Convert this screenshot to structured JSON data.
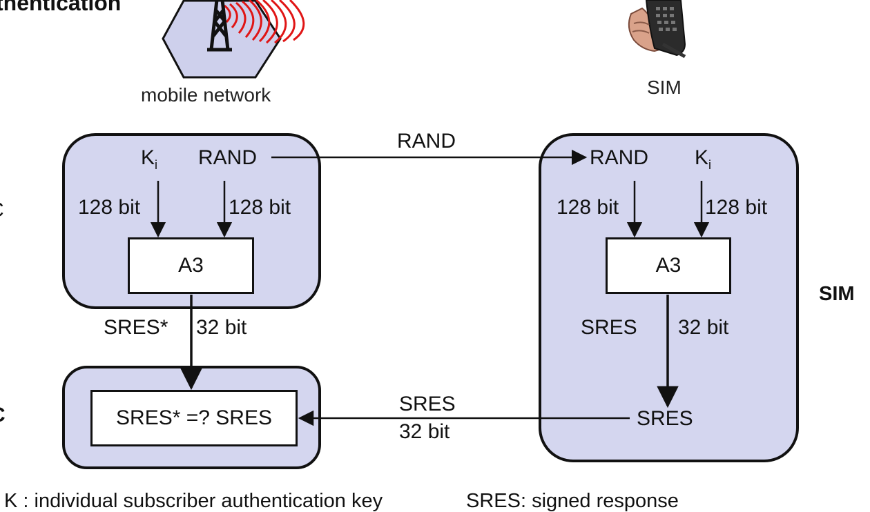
{
  "header": {
    "title_fragment": "thentication"
  },
  "network": {
    "label": "mobile network",
    "icon": "cell-tower-icon"
  },
  "sim_top": {
    "label": "SIM",
    "icon": "mobile-phone-icon"
  },
  "left_block": {
    "ki": "K",
    "ki_sub": "i",
    "rand": "RAND",
    "bits_ki": "128 bit",
    "bits_rand": "128 bit",
    "algo": "A3",
    "sres_star": "SRES*",
    "sres_star_bits": "32 bit"
  },
  "compare": {
    "text": "SRES* =? SRES"
  },
  "link_rand": {
    "label": "RAND"
  },
  "link_sres": {
    "label": "SRES",
    "bits": "32 bit"
  },
  "right_block": {
    "rand": "RAND",
    "ki": "K",
    "ki_sub": "i",
    "bits_rand": "128 bit",
    "bits_ki": "128 bit",
    "algo": "A3",
    "sres": "SRES",
    "sres_bits": "32 bit",
    "sres_out": "SRES"
  },
  "side_labels": {
    "sim_right": "SIM",
    "left_top": "C",
    "left_bottom": "C"
  },
  "footer": {
    "ki_def": "K : individual subscriber authentication key",
    "sres_def": "SRES: signed response"
  },
  "colors": {
    "block_fill": "#d4d6ef",
    "hexagon_fill": "#ced0ec",
    "wave": "#e01515"
  }
}
